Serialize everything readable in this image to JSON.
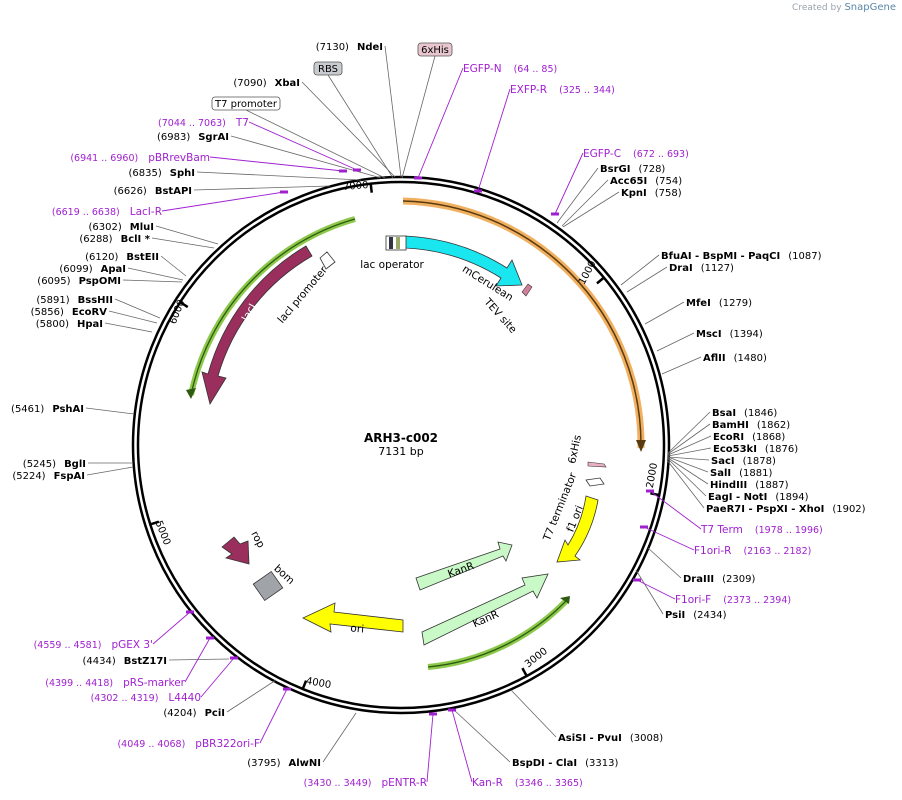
{
  "credit": {
    "prefix": "Created by",
    "brand": "SnapGene"
  },
  "plasmid": {
    "name": "ARH3-c002",
    "length_label": "7131 bp",
    "length": 7131
  },
  "ticks": [
    {
      "pos": 1000,
      "label": "1000"
    },
    {
      "pos": 2000,
      "label": "2000"
    },
    {
      "pos": 3000,
      "label": "3000"
    },
    {
      "pos": 4000,
      "label": "4000"
    },
    {
      "pos": 5000,
      "label": "5000"
    },
    {
      "pos": 6000,
      "label": "6000"
    },
    {
      "pos": 7000,
      "label": "7000"
    }
  ],
  "enzymes": [
    {
      "name": "NdeI",
      "pos": "(7130)"
    },
    {
      "name": "XbaI",
      "pos": "(7090)"
    },
    {
      "name": "SgrAI",
      "pos": "(6983)"
    },
    {
      "name": "SphI",
      "pos": "(6835)"
    },
    {
      "name": "BstAPI",
      "pos": "(6626)"
    },
    {
      "name": "MluI",
      "pos": "(6302)"
    },
    {
      "name": "BclI *",
      "pos": "(6288)"
    },
    {
      "name": "BstEII",
      "pos": "(6120)"
    },
    {
      "name": "ApaI",
      "pos": "(6099)"
    },
    {
      "name": "PspOMI",
      "pos": "(6095)"
    },
    {
      "name": "BssHII",
      "pos": "(5891)"
    },
    {
      "name": "EcoRV",
      "pos": "(5856)"
    },
    {
      "name": "HpaI",
      "pos": "(5800)"
    },
    {
      "name": "PshAI",
      "pos": "(5461)"
    },
    {
      "name": "BglI",
      "pos": "(5245)"
    },
    {
      "name": "FspAI",
      "pos": "(5224)"
    },
    {
      "name": "PciI",
      "pos": "(4204)"
    },
    {
      "name": "BstZ17I",
      "pos": "(4434)"
    },
    {
      "name": "AlwNI",
      "pos": "(3795)"
    },
    {
      "name": "BspDI - ClaI",
      "pos": "(3313)"
    },
    {
      "name": "AsiSI - PvuI",
      "pos": "(3008)"
    },
    {
      "name": "PsiI",
      "pos": "(2434)"
    },
    {
      "name": "DraIII",
      "pos": "(2309)"
    },
    {
      "name": "PaeR7I - PspXI - XhoI",
      "pos": "(1902)"
    },
    {
      "name": "EagI - NotI",
      "pos": "(1894)"
    },
    {
      "name": "HindIII",
      "pos": "(1887)"
    },
    {
      "name": "SalI",
      "pos": "(1881)"
    },
    {
      "name": "SacI",
      "pos": "(1878)"
    },
    {
      "name": "Eco53kI",
      "pos": "(1876)"
    },
    {
      "name": "EcoRI",
      "pos": "(1868)"
    },
    {
      "name": "BamHI",
      "pos": "(1862)"
    },
    {
      "name": "BsaI",
      "pos": "(1846)"
    },
    {
      "name": "AflII",
      "pos": "(1480)"
    },
    {
      "name": "MscI",
      "pos": "(1394)"
    },
    {
      "name": "MfeI",
      "pos": "(1279)"
    },
    {
      "name": "DraI",
      "pos": "(1127)"
    },
    {
      "name": "BfuAI - BspMI - PaqCI",
      "pos": "(1087)"
    },
    {
      "name": "KpnI",
      "pos": "(758)"
    },
    {
      "name": "Acc65I",
      "pos": "(754)"
    },
    {
      "name": "BsrGI",
      "pos": "(728)"
    }
  ],
  "primers": [
    {
      "name": "EGFP-N",
      "range": "(64 .. 85)"
    },
    {
      "name": "EXFP-R",
      "range": "(325 .. 344)"
    },
    {
      "name": "EGFP-C",
      "range": "(672 .. 693)"
    },
    {
      "name": "T7",
      "range": "(7044 .. 7063)"
    },
    {
      "name": "pBRrevBam",
      "range": "(6941 .. 6960)"
    },
    {
      "name": "LacI-R",
      "range": "(6619 .. 6638)"
    },
    {
      "name": "T7 Term",
      "range": "(1978 .. 1996)"
    },
    {
      "name": "F1ori-R",
      "range": "(2163 .. 2182)"
    },
    {
      "name": "F1ori-F",
      "range": "(2373 .. 2394)"
    },
    {
      "name": "pGEX 3'",
      "range": "(4559 .. 4581)"
    },
    {
      "name": "pRS-marker",
      "range": "(4399 .. 4418)"
    },
    {
      "name": "L4440",
      "range": "(4302 .. 4319)"
    },
    {
      "name": "pBR322ori-F",
      "range": "(4049 .. 4068)"
    },
    {
      "name": "pENTR-R",
      "range": "(3430 .. 3449)"
    },
    {
      "name": "Kan-R",
      "range": "(3346 .. 3365)"
    }
  ],
  "boxed_labels": [
    {
      "name": "6xHis",
      "color": "#e8c6cf"
    },
    {
      "name": "RBS",
      "color": "#c8ccd0"
    },
    {
      "name": "T7 promoter",
      "color": "#ffffff"
    }
  ],
  "features": [
    {
      "name": "mCerulean",
      "color": "#19e6ee",
      "type": "cds"
    },
    {
      "name": "TEV site",
      "color": "#cf7f9a",
      "type": "misc"
    },
    {
      "name": "lac operator",
      "color": "#ffffff",
      "type": "protein_bind"
    },
    {
      "name": "lacI",
      "color": "#9a2f5e",
      "type": "cds"
    },
    {
      "name": "lacI promoter",
      "color": "#ffffff",
      "type": "promoter"
    },
    {
      "name": "6xHis",
      "color": "#e8b0c0",
      "type": "tag"
    },
    {
      "name": "T7 terminator",
      "color": "#ffffff",
      "type": "terminator"
    },
    {
      "name": "f1 ori",
      "color": "#ffff00",
      "type": "origin"
    },
    {
      "name": "KanR",
      "color": "#c8f9c6",
      "type": "cds"
    },
    {
      "name": "KanR",
      "color": "#c8f9c6",
      "type": "cds"
    },
    {
      "name": "ori",
      "color": "#ffff00",
      "type": "origin"
    },
    {
      "name": "rop",
      "color": "#9a2f5e",
      "type": "cds"
    },
    {
      "name": "bom",
      "color": "#a0a4a8",
      "type": "misc"
    }
  ],
  "colors": {
    "enzyme": "#000000",
    "primer": "#a020d0",
    "orf_orange": "#f0b060",
    "orf_green": "#8cc84a"
  }
}
